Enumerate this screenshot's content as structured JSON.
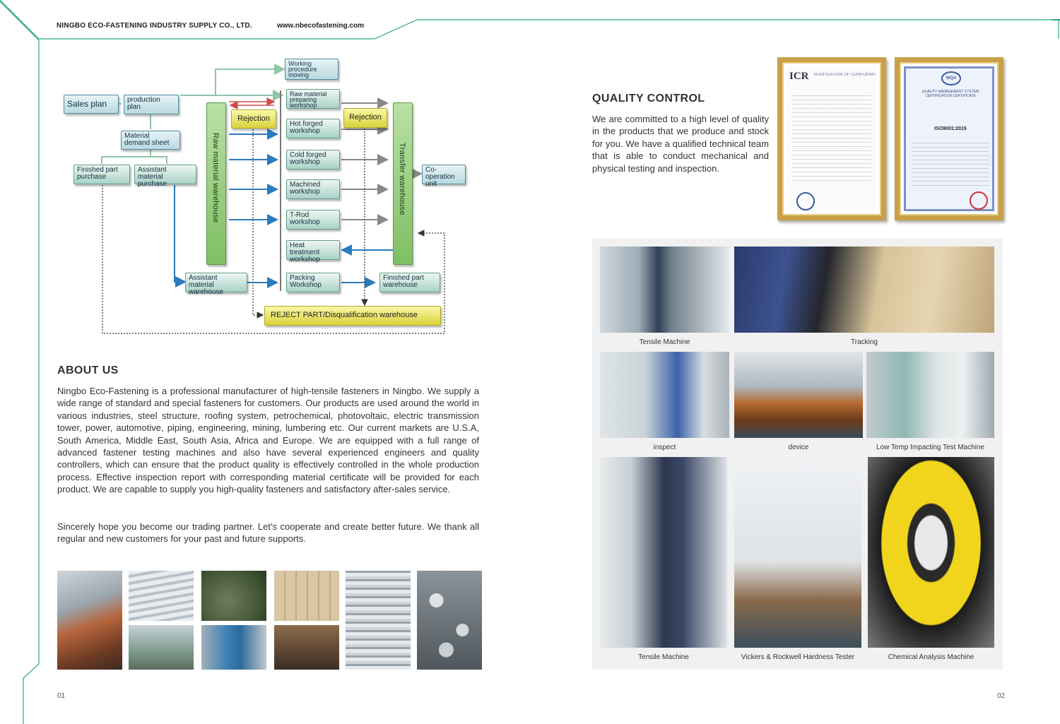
{
  "header": {
    "company": "NINGBO ECO-FASTENING INDUSTRY SUPPLY CO., LTD.",
    "website": "www.nbecofastening.com"
  },
  "flowchart": {
    "sales_plan": "Sales plan",
    "production_plan": "production plan",
    "material_demand_sheet": "Material demand sheet",
    "finished_part_purchase": "Finished part purchase",
    "assistant_material_purchase": "Assistant material purchase",
    "raw_material_warehouse": "Raw material warehouse",
    "rejection_left": "Rejection",
    "rejection_right": "Rejection",
    "working_procedure_moving": "Working procedure moving",
    "raw_material_preparing": "Raw material preparing workshop",
    "hot_forged": "Hot forged workshop",
    "cold_forged": "Cold forged workshop",
    "machined": "Machined workshop",
    "t_rod": "T-Rod workshop",
    "heat_treatment": "Heat treatment workshop",
    "packing": "Packing Workshop",
    "transfer_warehouse": "Transfer warehouse",
    "cooperation_unit": "Co-operation unit",
    "assistant_material_warehouse": "Assistant material warehouse",
    "finished_part_warehouse": "Finished part warehouse",
    "reject_warehouse": "REJECT PART/Disqualification warehouse"
  },
  "about": {
    "title": "ABOUT US",
    "p1": "Ningbo Eco-Fastening is a professional manufacturer of high-tensile fasteners in Ningbo. We supply a wide range of standard and special fasteners for customers. Our products are used around the world in various industries, steel structure, roofing system, petrochemical, photovoltaic, electric transmission tower, power, automotive, piping, engineering, mining, lumbering etc. Our current markets are U.S.A, South America, Middle East, South Asia, Africa and Europe. We are equipped with a full range of advanced fastener testing machines and also have several experienced engineers and quality controllers, which can ensure that the product quality is effectively controlled in the whole production process. Effective inspection report with corresponding material certificate will be provided for each product. We are capable to supply you high-quality fasteners and satisfactory after-sales service.",
    "p2": "Sincerely hope you become our trading partner. Let's cooperate and create better future. We thank all regular and new customers for your past and future supports."
  },
  "quality": {
    "title": "QUALITY CONTROL",
    "text": "We are committed to a high level of quality in the products that we produce and stock for you. We have a qualified technical team that is able to conduct mechanical and physical testing and inspection."
  },
  "certificates": {
    "cert1_logo": "ICR",
    "cert1_heading": "VERIFICATION OF CONFORMITY",
    "cert2_logo": "WQA",
    "cert2_heading": "QUALITY MANAGEMENT SYSTEM CERTIFICATION CERTIFICATE",
    "cert2_standard": "ISO9001:2015"
  },
  "captions": {
    "tensile1": "Tensile Machine",
    "tracking": "Tracking",
    "inspect": "inspect",
    "device": "device",
    "low_temp": "Low Temp Impacting Test Machine",
    "tensile2": "Tensile Machine",
    "vickers": "Vickers & Rockwell Hardness Tester",
    "chemical": "Chemical Analysis Machine"
  },
  "pages": {
    "left": "01",
    "right": "02"
  },
  "colors": {
    "accent_line": "#2aa889",
    "arrow_blue": "#2b7bbd",
    "arrow_green": "#8fc5a8",
    "box_yellow": "#e7e04a",
    "box_green": "#8cc870",
    "cert_gold": "#c9a049"
  }
}
